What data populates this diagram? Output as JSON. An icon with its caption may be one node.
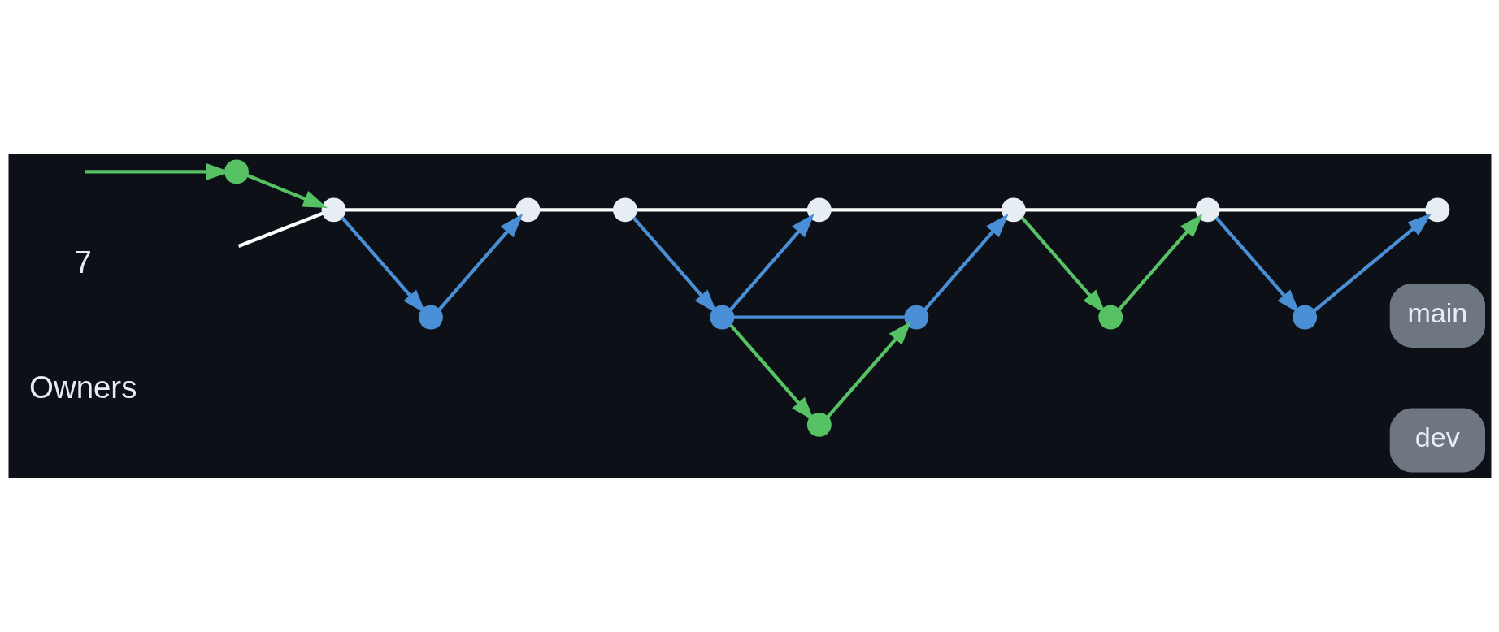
{
  "diagram": {
    "nodes": [
      {
        "text": [],
        "shape": "circle"
      },
      {
        "text": [],
        "shape": "circle"
      },
      {
        "text": [],
        "shape": "circle"
      },
      {
        "text": [],
        "shape": "circle"
      },
      {
        "text": [],
        "shape": "circle"
      },
      {
        "text": [],
        "shape": "circle"
      },
      {
        "text": [],
        "shape": "circle",
        "beside": [
          "main",
          "dev"
        ]
      },
      {
        "text": [],
        "shape": "circle"
      },
      {
        "text": [],
        "shape": "circle"
      },
      {
        "text": [],
        "shape": "circle"
      },
      {
        "text": [],
        "shape": "circle"
      },
      {
        "text": [],
        "shape": "circle"
      },
      {
        "text": [],
        "shape": "circle"
      },
      {
        "text": [],
        "shape": "circle"
      }
    ],
    "edges": [
      {
        "from": null,
        "to": 0,
        "arrow": "none",
        "color": "#ffffff"
      },
      {
        "from": 0,
        "to": 1,
        "arrow": "none",
        "color": "#ffffff"
      },
      {
        "from": 1,
        "to": 2,
        "arrow": "none",
        "color": "#ffffff"
      },
      {
        "from": 2,
        "to": 3,
        "arrow": "none",
        "color": "#ffffff"
      },
      {
        "from": 3,
        "to": 4,
        "arrow": "none",
        "color": "#ffffff"
      },
      {
        "from": 4,
        "to": 5,
        "arrow": "none",
        "color": "#ffffff"
      },
      {
        "from": 5,
        "to": 6,
        "arrow": "none",
        "color": "#ffffff"
      },
      {
        "from": null,
        "to": 11,
        "arrow": "to",
        "color": "#56c264"
      },
      {
        "from": 11,
        "to": 0,
        "arrow": "to",
        "color": "#56c264"
      },
      {
        "from": 0,
        "to": 7,
        "arrow": "to",
        "color": "#4a8fd6"
      },
      {
        "from": 7,
        "to": 1,
        "arrow": "to",
        "color": "#4a8fd6"
      },
      {
        "from": 2,
        "to": 8,
        "arrow": "to",
        "color": "#4a8fd6"
      },
      {
        "from": 8,
        "to": 3,
        "arrow": "to",
        "color": "#4a8fd6"
      },
      {
        "from": 8,
        "to": 9,
        "arrow": "none",
        "color": "#4a8fd6"
      },
      {
        "from": 8,
        "to": 12,
        "arrow": "to",
        "color": "#56c264"
      },
      {
        "from": 12,
        "to": 9,
        "arrow": "to",
        "color": "#56c264"
      },
      {
        "from": 9,
        "to": 4,
        "arrow": "to",
        "color": "#4a8fd6"
      },
      {
        "from": 4,
        "to": 13,
        "arrow": "to",
        "color": "#56c264"
      },
      {
        "from": 13,
        "to": 5,
        "arrow": "to",
        "color": "#56c264"
      },
      {
        "from": 5,
        "to": 10,
        "arrow": "to",
        "color": "#4a8fd6"
      },
      {
        "from": 10,
        "to": 6,
        "arrow": "to",
        "color": "#4a8fd6"
      }
    ],
    "labels": [
      "Owners",
      "7"
    ]
  }
}
